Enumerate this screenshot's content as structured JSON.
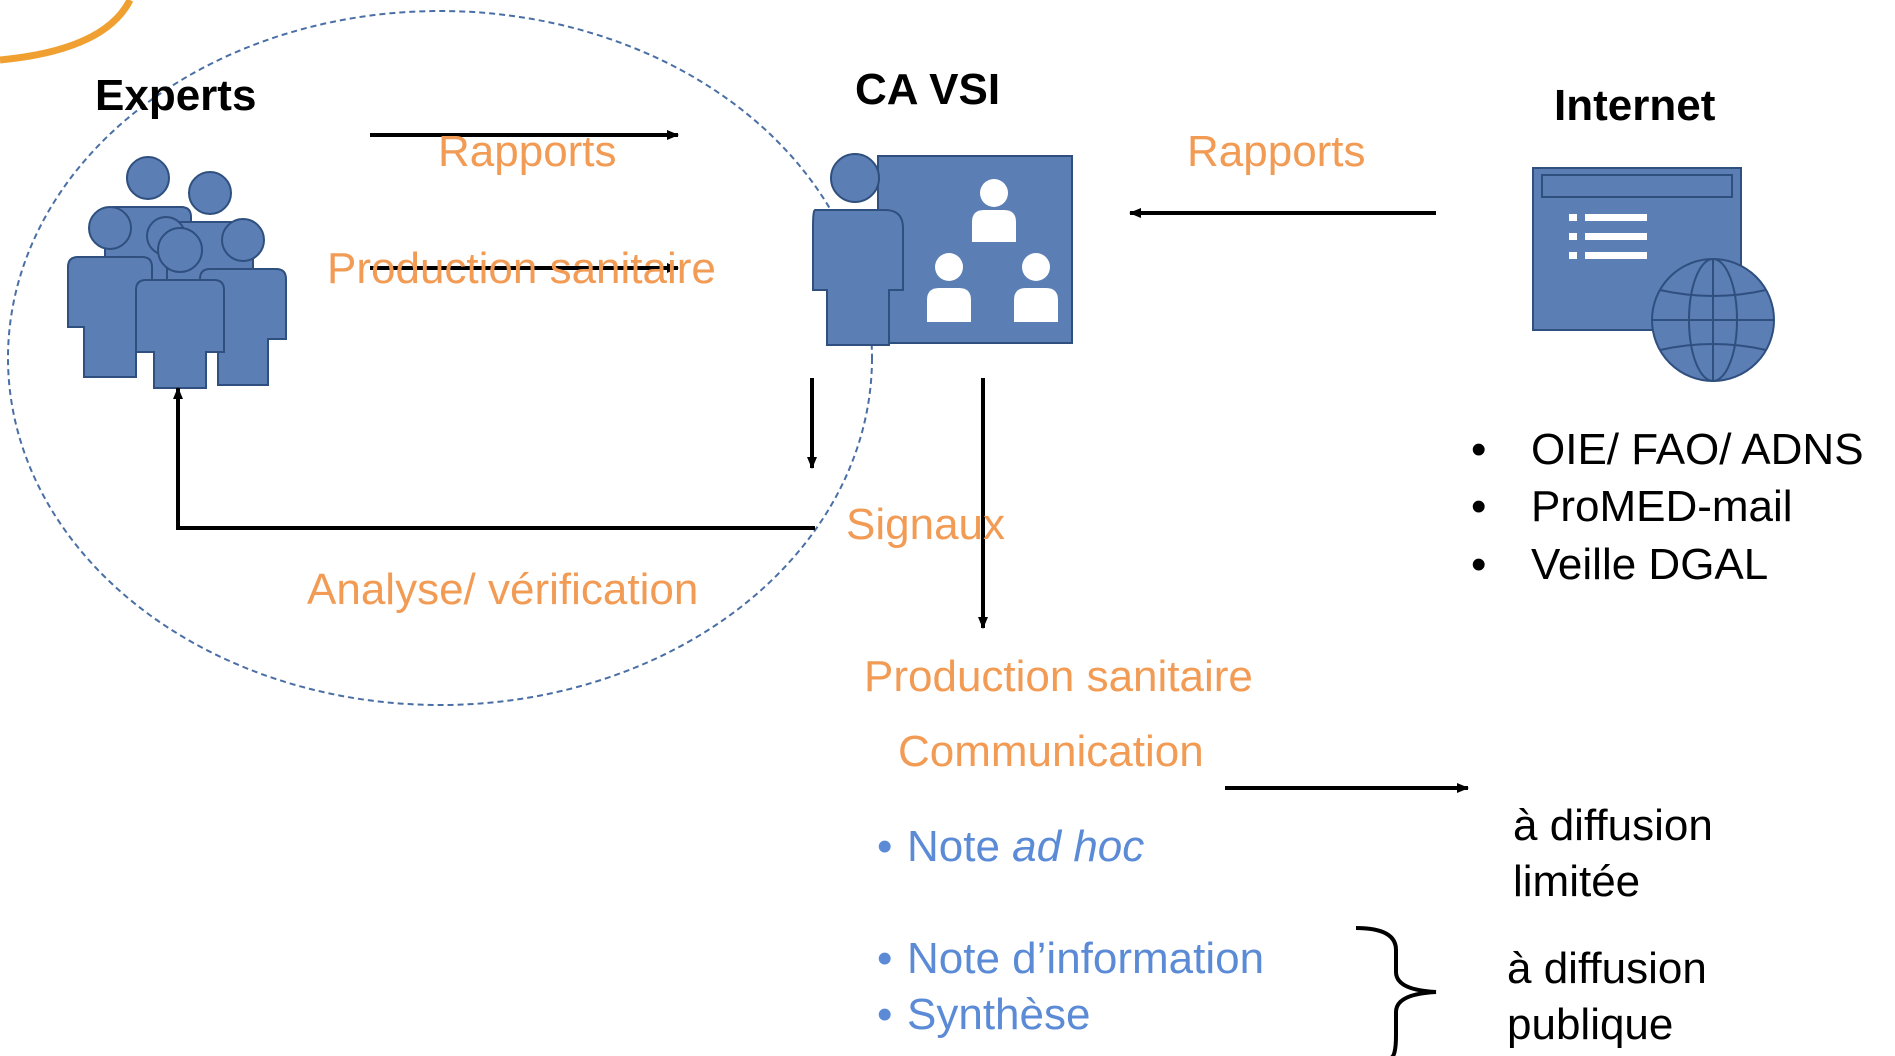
{
  "colors": {
    "orange_text": "#F29B55",
    "blue_text": "#5B8BD6",
    "icon_fill": "#5B7EB5",
    "icon_stroke": "#2F4F7F",
    "orange_arc": "#F0A030",
    "dashed_circle": "#4A6FA5"
  },
  "nodes": {
    "experts": {
      "label": "Experts",
      "icon": "people-group-icon"
    },
    "cavsi": {
      "label": "CA VSI",
      "icon": "presentation-icon"
    },
    "internet": {
      "label": "Internet",
      "icon": "web-page-globe-icon"
    }
  },
  "edges": {
    "rapports_top": "Rapports",
    "production_top": "Production sanitaire",
    "rapports_right": "Rapports",
    "signaux": "Signaux",
    "analyse": "Analyse/ vérification"
  },
  "internet_sources": {
    "bullet": "•",
    "items": [
      "OIE/ FAO/ ADNS",
      "ProMED-mail",
      "Veille DGAL"
    ]
  },
  "outputs": {
    "production": "Production sanitaire",
    "communication": "Communication",
    "bullet": "•",
    "note_prefix": "Note ",
    "note_italic": "ad hoc",
    "note_information": "Note d’information",
    "synthese": "Synthèse",
    "diffusion_limitee": [
      "à diffusion",
      "limitée"
    ],
    "diffusion_publique": [
      "à diffusion",
      "publique"
    ]
  }
}
